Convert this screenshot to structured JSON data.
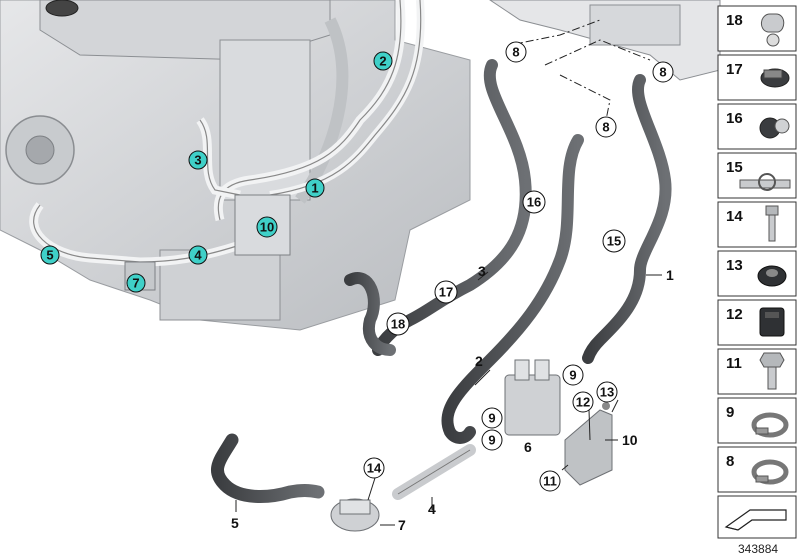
{
  "engine_callouts": [
    {
      "id": "2",
      "label": "2"
    },
    {
      "id": "3",
      "label": "3"
    },
    {
      "id": "1",
      "label": "1"
    },
    {
      "id": "10",
      "label": "10"
    },
    {
      "id": "5",
      "label": "5"
    },
    {
      "id": "4",
      "label": "4"
    },
    {
      "id": "7",
      "label": "7"
    }
  ],
  "circle_callouts": [
    {
      "id": "8a",
      "label": "8"
    },
    {
      "id": "8b",
      "label": "8"
    },
    {
      "id": "8c",
      "label": "8"
    },
    {
      "id": "16",
      "label": "16"
    },
    {
      "id": "15",
      "label": "15"
    },
    {
      "id": "17",
      "label": "17"
    },
    {
      "id": "18",
      "label": "18"
    },
    {
      "id": "9a",
      "label": "9"
    },
    {
      "id": "9b",
      "label": "9"
    },
    {
      "id": "9c",
      "label": "9"
    },
    {
      "id": "13",
      "label": "13"
    },
    {
      "id": "12",
      "label": "12"
    },
    {
      "id": "11",
      "label": "11"
    },
    {
      "id": "14",
      "label": "14"
    }
  ],
  "plain_labels": [
    {
      "id": "p3",
      "label": "3"
    },
    {
      "id": "p1",
      "label": "1"
    },
    {
      "id": "p2",
      "label": "2"
    },
    {
      "id": "p6",
      "label": "6"
    },
    {
      "id": "p10",
      "label": "10"
    },
    {
      "id": "p5",
      "label": "5"
    },
    {
      "id": "p4",
      "label": "4"
    },
    {
      "id": "p7",
      "label": "7"
    }
  ],
  "parts_sidebar": [
    {
      "number": "18",
      "icon": "hose-clip-icon"
    },
    {
      "number": "17",
      "icon": "cable-tie-clip-icon"
    },
    {
      "number": "16",
      "icon": "pipe-holder-clip-icon"
    },
    {
      "number": "15",
      "icon": "bracket-clamp-icon"
    },
    {
      "number": "14",
      "icon": "screw-icon"
    },
    {
      "number": "13",
      "icon": "rubber-grommet-icon"
    },
    {
      "number": "12",
      "icon": "rubber-mount-icon"
    },
    {
      "number": "11",
      "icon": "hex-bolt-icon"
    },
    {
      "number": "9",
      "icon": "hose-clamp-icon"
    },
    {
      "number": "8",
      "icon": "hose-clamp-icon"
    }
  ],
  "reference_number": "343884"
}
